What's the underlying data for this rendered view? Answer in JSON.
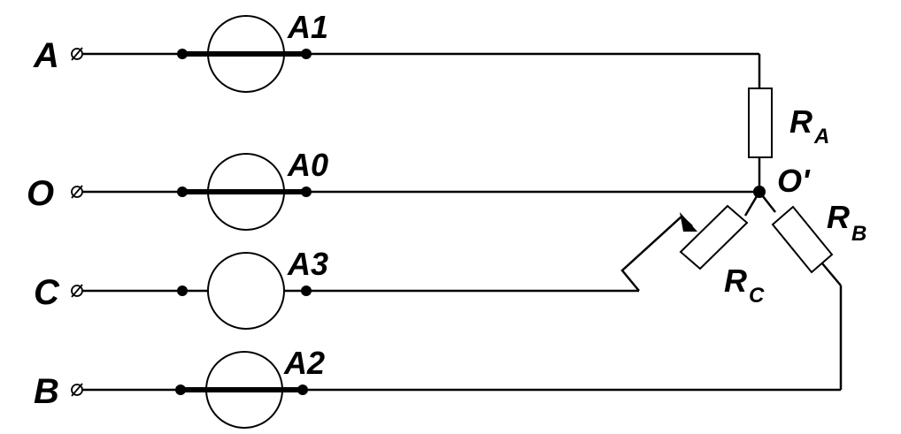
{
  "terminals": {
    "a": "A",
    "o": "O",
    "c": "C",
    "b": "B"
  },
  "ammeters": {
    "a1": "A1",
    "a0": "A0",
    "a3": "A3",
    "a2": "A2"
  },
  "resistors": {
    "ra": {
      "main": "R",
      "sub": "A"
    },
    "rb": {
      "main": "R",
      "sub": "B"
    },
    "rc": {
      "main": "R",
      "sub": "C"
    }
  },
  "neutral_node": "O'"
}
